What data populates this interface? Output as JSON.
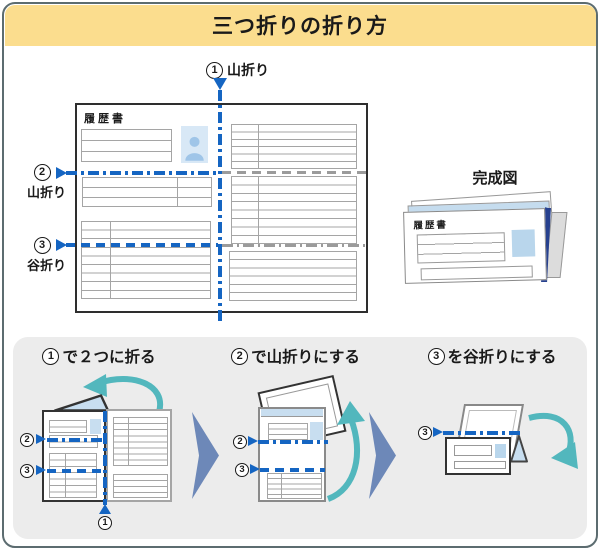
{
  "title": "三つ折りの折り方",
  "folds": {
    "f1": {
      "num": "1",
      "label": "山折り"
    },
    "f2": {
      "num": "2",
      "label": "山折り"
    },
    "f3": {
      "num": "3",
      "label": "谷折り"
    }
  },
  "document": {
    "title": "履歴書"
  },
  "completed": {
    "caption": "完成図",
    "doc_title": "履歴書"
  },
  "steps": [
    {
      "num": "1",
      "label": "で２つに折る"
    },
    {
      "num": "2",
      "label": "で山折りにする"
    },
    {
      "num": "3",
      "label": "を谷折りにする"
    }
  ],
  "colors": {
    "header_bg": "#fbdd8e",
    "frame_border": "#5c6c70",
    "fold_blue": "#1565c2",
    "continuation_gray": "#9b9b9b",
    "teal_arrow": "#52b7bd",
    "step_separator": "#6d88b8",
    "photo_blue": "#d8e8f6",
    "silhouette_blue": "#9fc5e8",
    "fold_edge_navy": "#27418f",
    "flap_blue": "#c8def0"
  }
}
